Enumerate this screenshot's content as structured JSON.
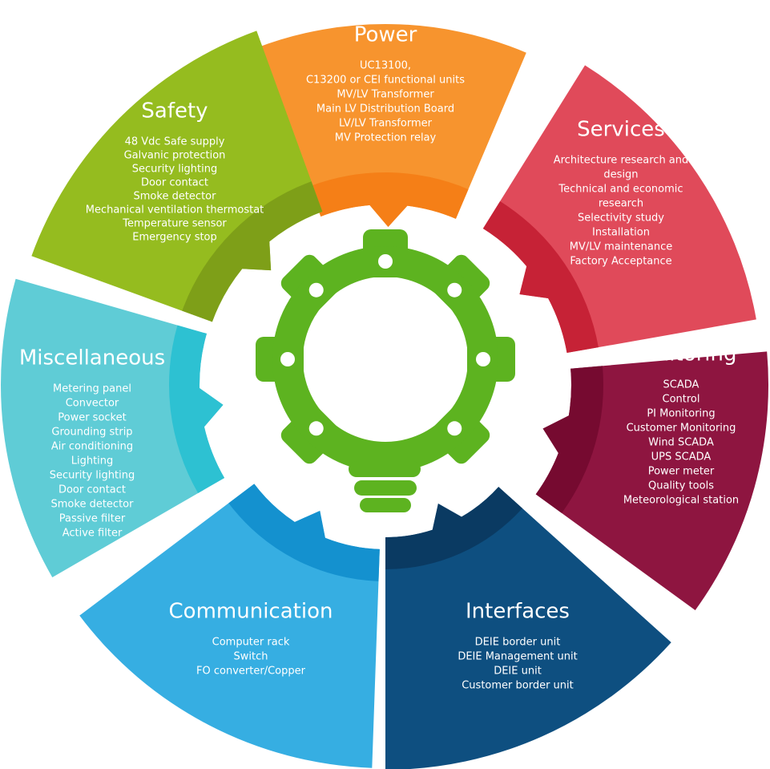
{
  "segments": [
    {
      "id": "power",
      "title": "Power",
      "color": "#F7942E",
      "shade": "#F57F17",
      "items": [
        "UC13100,",
        "C13200 or CEI functional units",
        "MV/LV Transformer",
        "Main LV Distribution Board",
        "LV/LV Transformer",
        "MV Protection relay"
      ]
    },
    {
      "id": "services",
      "title": "Services",
      "color": "#E04A5A",
      "shade": "#C62236",
      "items": [
        "Architecture research and",
        "design",
        "Technical and economic",
        "research",
        "Selectivity study",
        "Installation",
        "MV/LV maintenance",
        "Factory Acceptance"
      ]
    },
    {
      "id": "monitoring",
      "title": "Monitoring",
      "color": "#8E1540",
      "shade": "#760A30",
      "items": [
        "SCADA",
        "Control",
        "PI Monitoring",
        "Customer Monitoring",
        "Wind SCADA",
        "UPS SCADA",
        "Power meter",
        "Quality tools",
        "Meteorological station"
      ]
    },
    {
      "id": "interfaces",
      "title": "Interfaces",
      "color": "#0E4F80",
      "shade": "#0A3A62",
      "items": [
        "DEIE border unit",
        "DEIE Management unit",
        "DEIE unit",
        "Customer border unit"
      ]
    },
    {
      "id": "communication",
      "title": "Communication",
      "color": "#36AEE2",
      "shade": "#1491CF",
      "items": [
        "Computer rack",
        "Switch",
        "FO converter/Copper"
      ]
    },
    {
      "id": "miscellaneous",
      "title": "Miscellaneous",
      "color": "#5FCCD6",
      "shade": "#2DC1D2",
      "items": [
        "Metering panel",
        "Convector",
        "Power socket",
        "Grounding strip",
        "Air conditioning",
        "Lighting",
        "Security lighting",
        "Door contact",
        "Smoke detector",
        "Passive filter",
        "Active filter"
      ]
    },
    {
      "id": "safety",
      "title": "Safety",
      "color": "#95BC1F",
      "shade": "#7E9F18",
      "items": [
        "48 Vdc Safe supply",
        "Galvanic protection",
        "Security lighting",
        "Door contact",
        "Smoke detector",
        "Mechanical ventilation thermostat",
        "Temperature sensor",
        "Emergency stop"
      ]
    }
  ],
  "center_icon": {
    "name": "gear-bulb-icon",
    "color": "#5DB320"
  }
}
